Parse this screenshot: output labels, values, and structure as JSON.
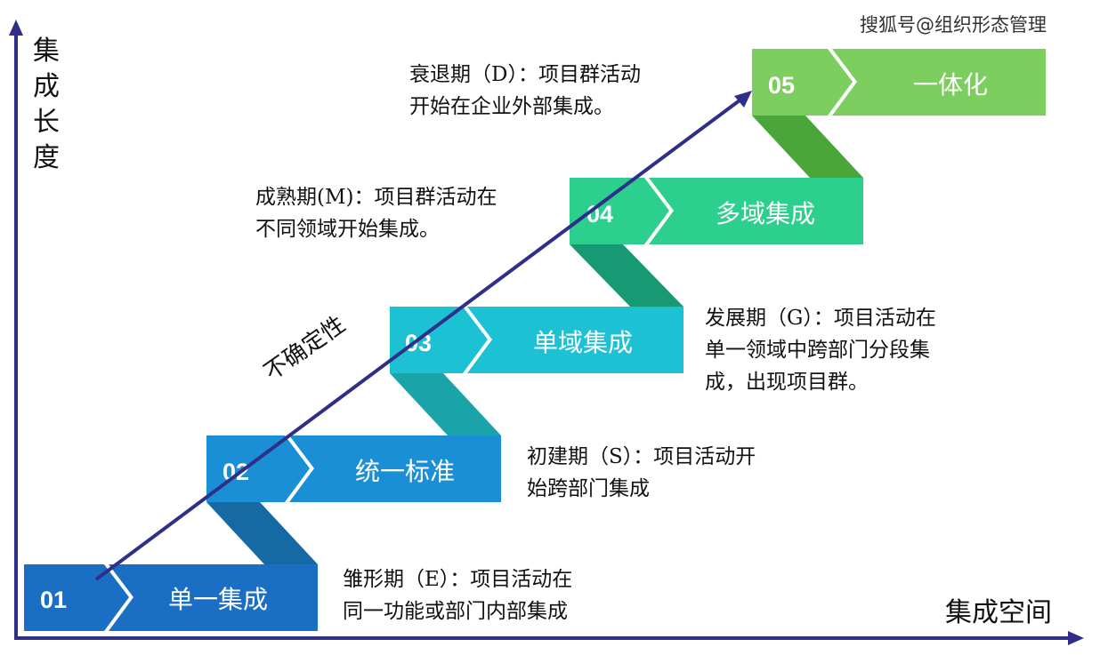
{
  "watermark": "搜狐号@组织形态管理",
  "axes": {
    "y_label": "集成长度",
    "x_label": "集成空间"
  },
  "diagonal_label": "不确定性",
  "stages": [
    {
      "number": "01",
      "name": "单一集成",
      "color": "#1a6fc4",
      "desc_line1": "雏形期（E）：项目活动在",
      "desc_line2": "同一功能或部门内部集成"
    },
    {
      "number": "02",
      "name": "统一标准",
      "color": "#1b8fd6",
      "desc_line1": "初建期（S）：项目活动开",
      "desc_line2": "始跨部门集成"
    },
    {
      "number": "03",
      "name": "单域集成",
      "color": "#1cc2d4",
      "desc_line1": "发展期（G）：项目活动在",
      "desc_line2": "单一领域中跨部门分段集",
      "desc_line3": "成，出现项目群。"
    },
    {
      "number": "04",
      "name": "多域集成",
      "color": "#2ccf8e",
      "desc_line1": "成熟期(M)：项目群活动在",
      "desc_line2": "不同领域开始集成。"
    },
    {
      "number": "05",
      "name": "一体化",
      "color": "#7ccf5e",
      "desc_line1": "衰退期（D）：项目群活动",
      "desc_line2": "开始在企业外部集成。"
    }
  ]
}
